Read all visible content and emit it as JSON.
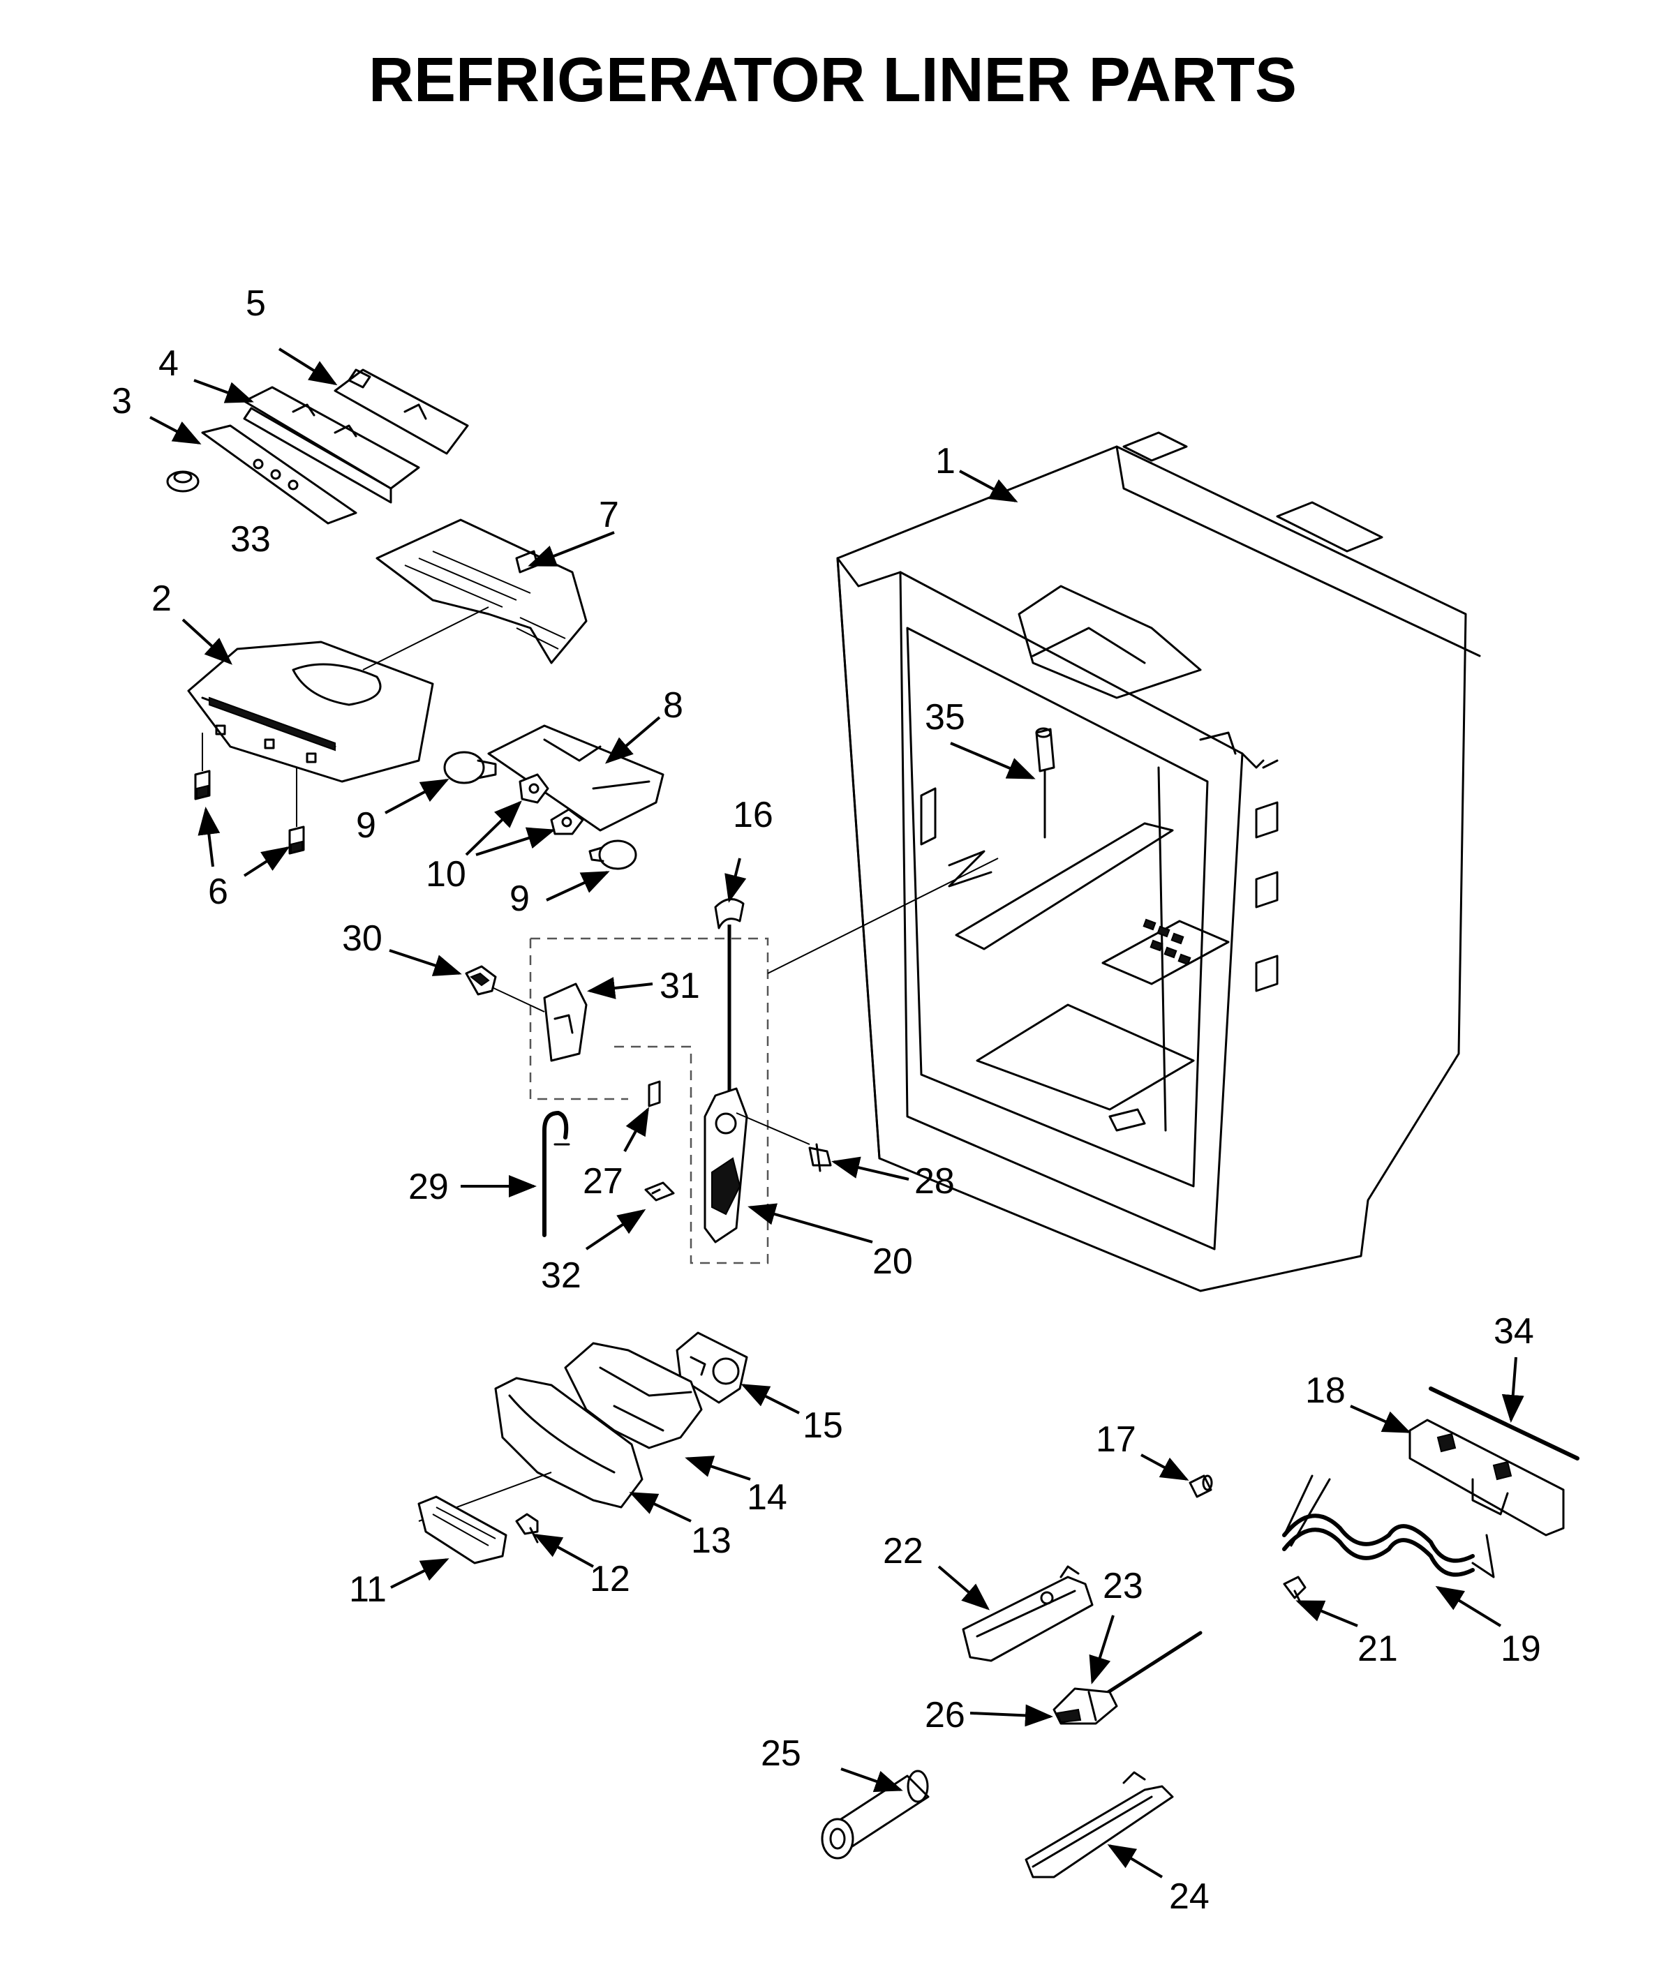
{
  "title": "REFRIGERATOR LINER PARTS",
  "callouts": {
    "c1": "1",
    "c2": "2",
    "c3": "3",
    "c4": "4",
    "c5": "5",
    "c6": "6",
    "c7": "7",
    "c8": "8",
    "c9a": "9",
    "c9b": "9",
    "c10": "10",
    "c11": "11",
    "c12": "12",
    "c13": "13",
    "c14": "14",
    "c15": "15",
    "c16": "16",
    "c17": "17",
    "c18": "18",
    "c19": "19",
    "c20": "20",
    "c21": "21",
    "c22": "22",
    "c23": "23",
    "c24": "24",
    "c25": "25",
    "c26": "26",
    "c27": "27",
    "c28": "28",
    "c29": "29",
    "c30": "30",
    "c31": "31",
    "c32": "32",
    "c33": "33",
    "c34": "34",
    "c35": "35"
  }
}
